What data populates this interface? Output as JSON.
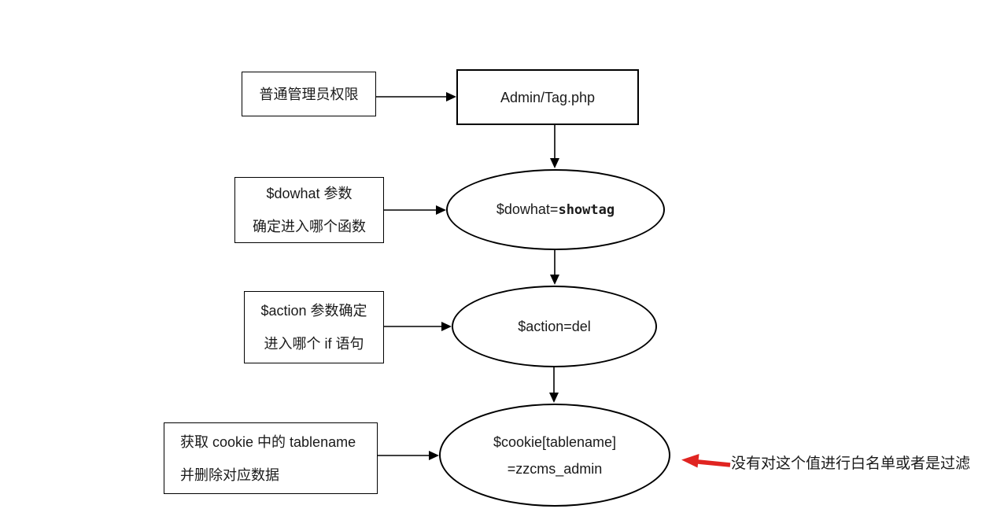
{
  "diagram": {
    "colors": {
      "stroke": "#000000",
      "text": "#1a1a1a",
      "annotation_arrow": "#e02421"
    },
    "nodes": {
      "perm_box": {
        "label": "普通管理员权限"
      },
      "admin_box": {
        "label": "Admin/Tag.php"
      },
      "dowhat_box": {
        "line1": "$dowhat 参数",
        "line2": "确定进入哪个函数"
      },
      "dowhat_ellipse": {
        "prefix": "$dowhat=",
        "code": "showtag"
      },
      "action_box": {
        "line1": "$action 参数确定",
        "line2": "进入哪个 if 语句"
      },
      "action_ellipse": {
        "label": "$action=del"
      },
      "cookie_box": {
        "line1": "获取 cookie 中的 tablename",
        "line2": "并删除对应数据"
      },
      "cookie_ellipse": {
        "line1": "$cookie[tablename]",
        "line2": "=zzcms_admin"
      }
    },
    "annotation": {
      "label": "没有对这个值进行白名单或者是过滤"
    }
  }
}
